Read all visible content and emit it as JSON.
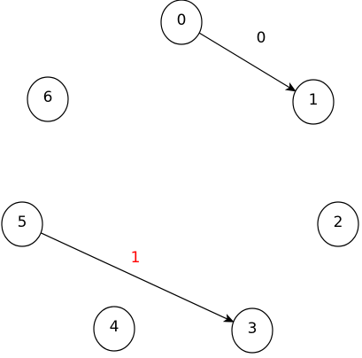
{
  "nodes": [
    {
      "id": "0",
      "label": "0"
    },
    {
      "id": "1",
      "label": "1"
    },
    {
      "id": "2",
      "label": "2"
    },
    {
      "id": "3",
      "label": "3"
    },
    {
      "id": "4",
      "label": "4"
    },
    {
      "id": "5",
      "label": "5"
    },
    {
      "id": "6",
      "label": "6"
    }
  ],
  "edges": [
    {
      "from": "0",
      "to": "1",
      "label": "0",
      "label_color": "#000000"
    },
    {
      "from": "5",
      "to": "3",
      "label": "1",
      "label_color": "#ff0000"
    }
  ],
  "colors": {
    "stroke": "#000000",
    "fill": "#ffffff"
  }
}
